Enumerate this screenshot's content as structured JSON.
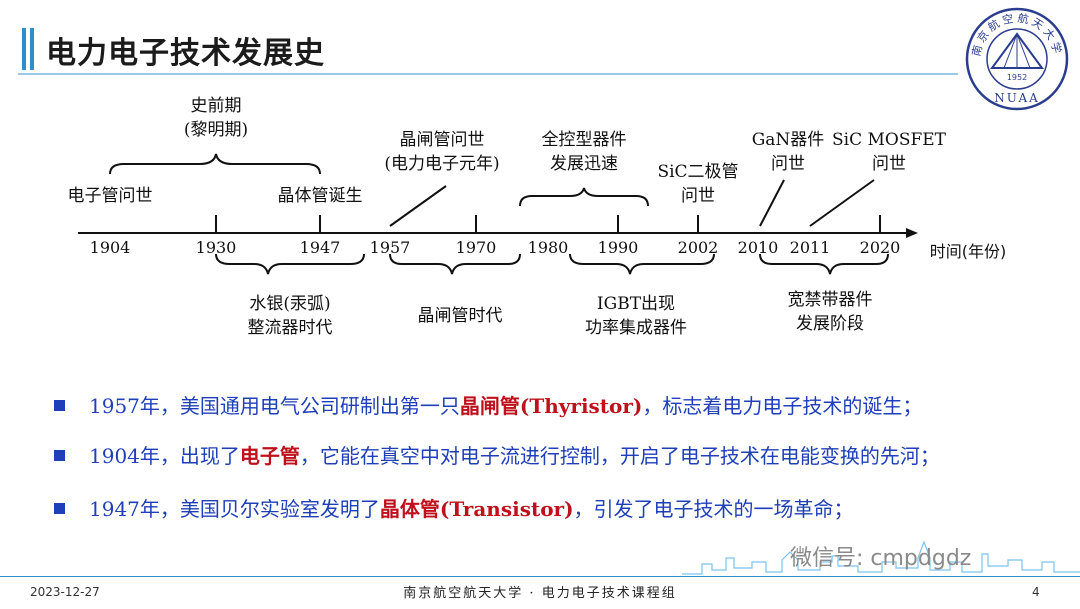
{
  "title": "电力电子技术发展史",
  "logo": {
    "text_top": "南京航空航天大学",
    "year": "1952",
    "abbr": "NUAA"
  },
  "timeline": {
    "axis_label": "时间(年份)",
    "years": [
      "1904",
      "1930",
      "1947",
      "1957",
      "1970",
      "1980",
      "1990",
      "2002",
      "2010",
      "2011",
      "2020"
    ],
    "above": [
      {
        "line1": "史前期",
        "line2": "(黎明期)"
      },
      {
        "line1": "电子管问世"
      },
      {
        "line1": "晶体管诞生"
      },
      {
        "line1": "晶闸管问世",
        "line2": "(电力电子元年)"
      },
      {
        "line1": "全控型器件",
        "line2": "发展迅速"
      },
      {
        "line1": "SiC二极管",
        "line2": "问世"
      },
      {
        "line1": "GaN器件",
        "line2": "问世"
      },
      {
        "line1": "SiC MOSFET",
        "line2": "问世"
      }
    ],
    "below": [
      {
        "line1": "水银(汞弧)",
        "line2": "整流器时代"
      },
      {
        "line1": "晶闸管时代"
      },
      {
        "line1": "IGBT出现",
        "line2": "功率集成器件"
      },
      {
        "line1": "宽禁带器件",
        "line2": "发展阶段"
      }
    ]
  },
  "bullets": [
    {
      "year": "1957",
      "pre": "年，美国通用电气公司研制出第一只",
      "hl": "晶闸管",
      "hl_en": "(Thyristor)",
      "post": "，标志着电力电子技术的诞生；"
    },
    {
      "year": "1904",
      "pre": "年，出现了",
      "hl": "电子管",
      "hl_en": "",
      "post": "，它能在真空中对电子流进行控制，开启了电子技术在电能变换的先河；"
    },
    {
      "year": "1947",
      "pre": "年，美国贝尔实验室发明了",
      "hl": "晶体管",
      "hl_en": "(Transistor)",
      "post": "，引发了电子技术的一场革命；"
    }
  ],
  "footer": {
    "date": "2023-12-27",
    "center": "南京航空航天大学 · 电力电子技术课程组",
    "page": "4"
  },
  "watermark": "微信号: cmpdgdz",
  "colors": {
    "accent": "#2f8fc8",
    "bullet_text": "#1f3fb8",
    "highlight": "#c0101c"
  }
}
